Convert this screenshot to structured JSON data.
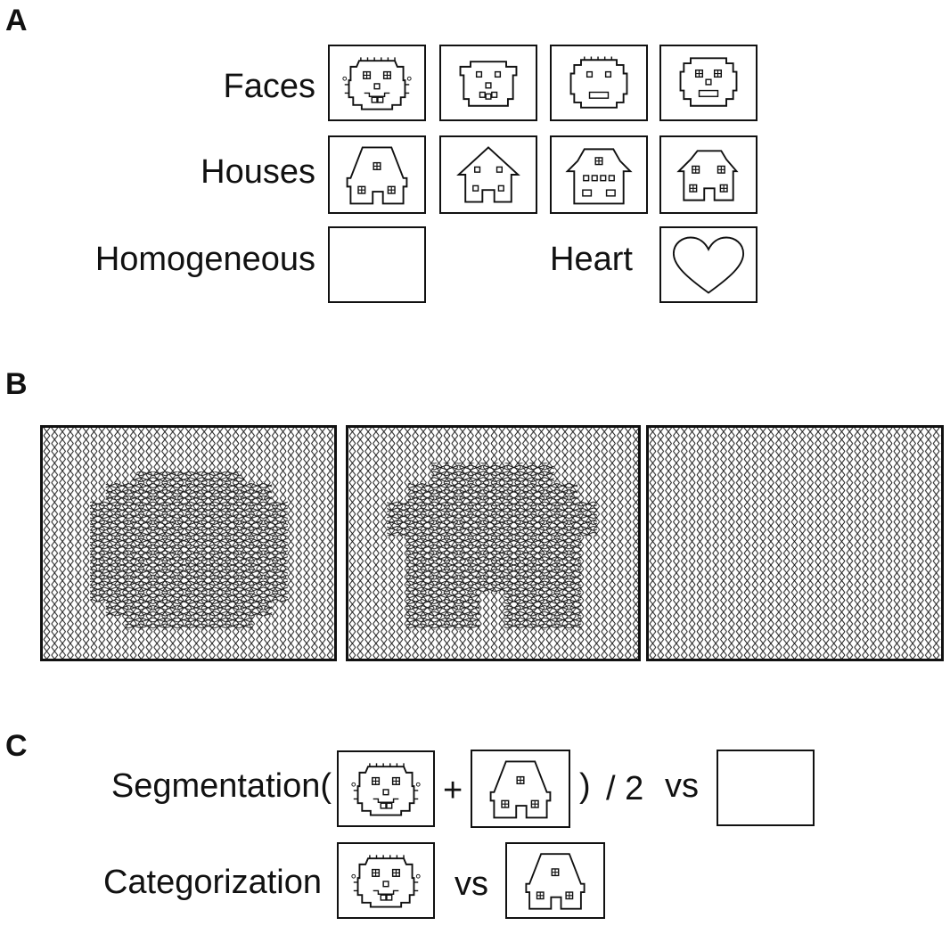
{
  "panels": {
    "a": {
      "letter": "A",
      "labels": {
        "faces": "Faces",
        "houses": "Houses",
        "homogeneous": "Homogeneous",
        "heart": "Heart"
      }
    },
    "b": {
      "letter": "B"
    },
    "c": {
      "letter": "C",
      "segmentation": "Segmentation(",
      "plus": "+",
      "close": ")",
      "half": "/ 2",
      "vs": "vs",
      "categorization": "Categorization"
    }
  }
}
